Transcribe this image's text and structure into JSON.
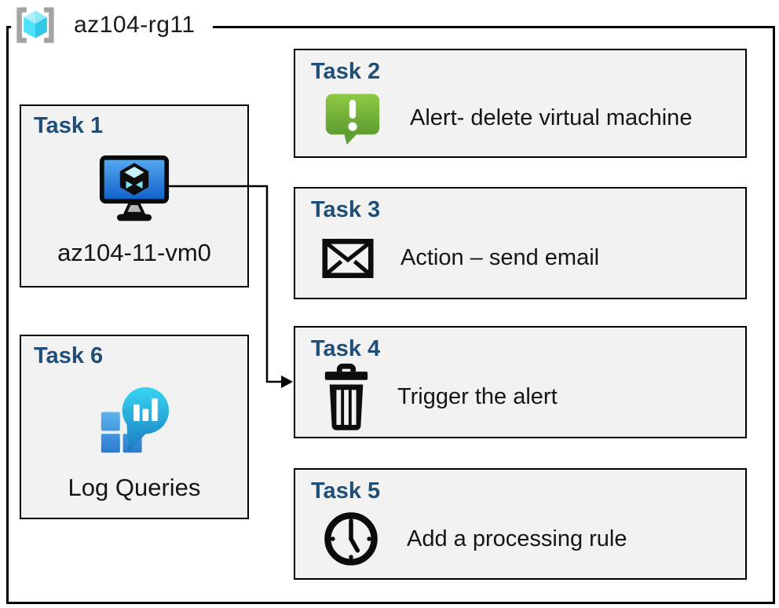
{
  "resource_group": {
    "label": "az104-rg11",
    "icon": "resource-group-icon"
  },
  "tasks": [
    {
      "title": "Task 1",
      "label": "az104-11-vm0",
      "icon": "virtual-machine-icon"
    },
    {
      "title": "Task 2",
      "label": "Alert- delete virtual machine",
      "icon": "alert-icon"
    },
    {
      "title": "Task 3",
      "label": "Action – send email",
      "icon": "email-icon"
    },
    {
      "title": "Task 4",
      "label": "Trigger the alert",
      "icon": "trash-icon"
    },
    {
      "title": "Task 5",
      "label": "Add a processing rule",
      "icon": "clock-icon"
    },
    {
      "title": "Task 6",
      "label": "Log Queries",
      "icon": "log-analytics-icon"
    }
  ],
  "connection": {
    "from": "az104-11-vm0",
    "to": "Task 4"
  },
  "colors": {
    "task_title_blue": "#1F4E79",
    "box_fill": "#F2F2F2",
    "box_border": "#000000",
    "alert_green": "#76B041",
    "vm_screen_blue": "#1B74D4",
    "log_analytics_teal": "#29B6E8",
    "resource_group_cyan": "#50E6FF"
  }
}
